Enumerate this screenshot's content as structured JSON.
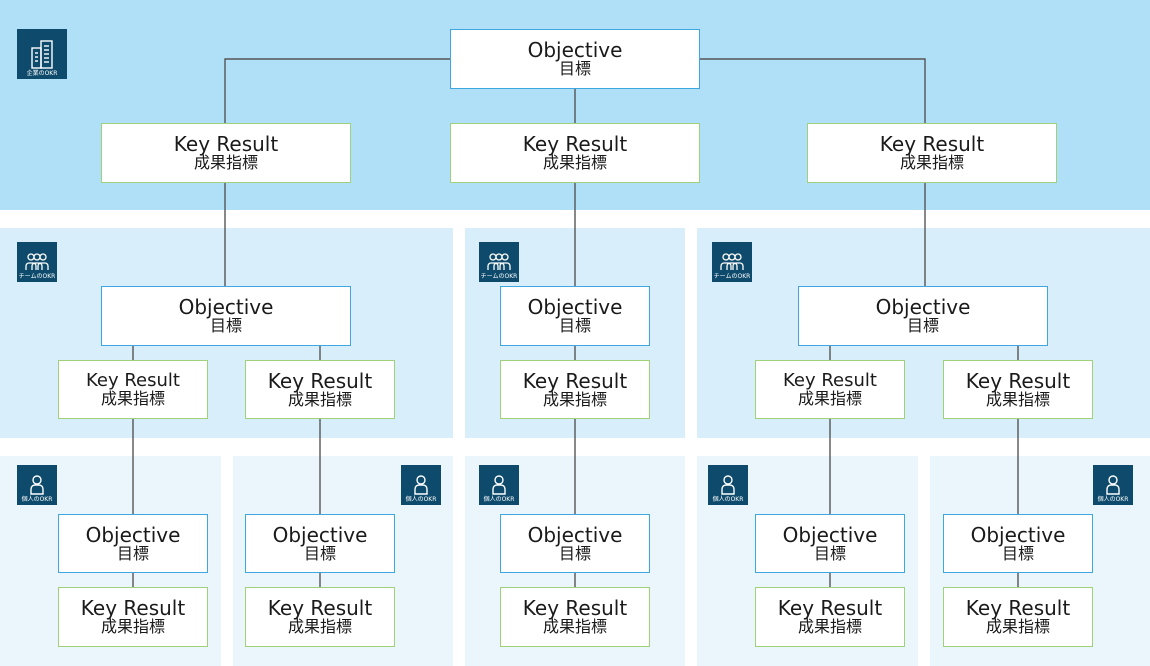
{
  "labels": {
    "objective_en": "Objective",
    "objective_jp": "目標",
    "kr_en": "Key Result",
    "kr_jp": "成果指標"
  },
  "badges": {
    "company": "企業のOKR",
    "team": "チームのOKR",
    "person": "個人のOKR"
  },
  "colors": {
    "company_band": "#b0e0f7",
    "team_band": "#d8eefa",
    "person_band": "#eaf5fc",
    "objective_border": "#3ea7e0",
    "key_result_border": "#9fd07a",
    "badge": "#0d4a6b"
  },
  "icons": {
    "company": "building-icon",
    "team": "team-icon",
    "person": "person-icon"
  }
}
